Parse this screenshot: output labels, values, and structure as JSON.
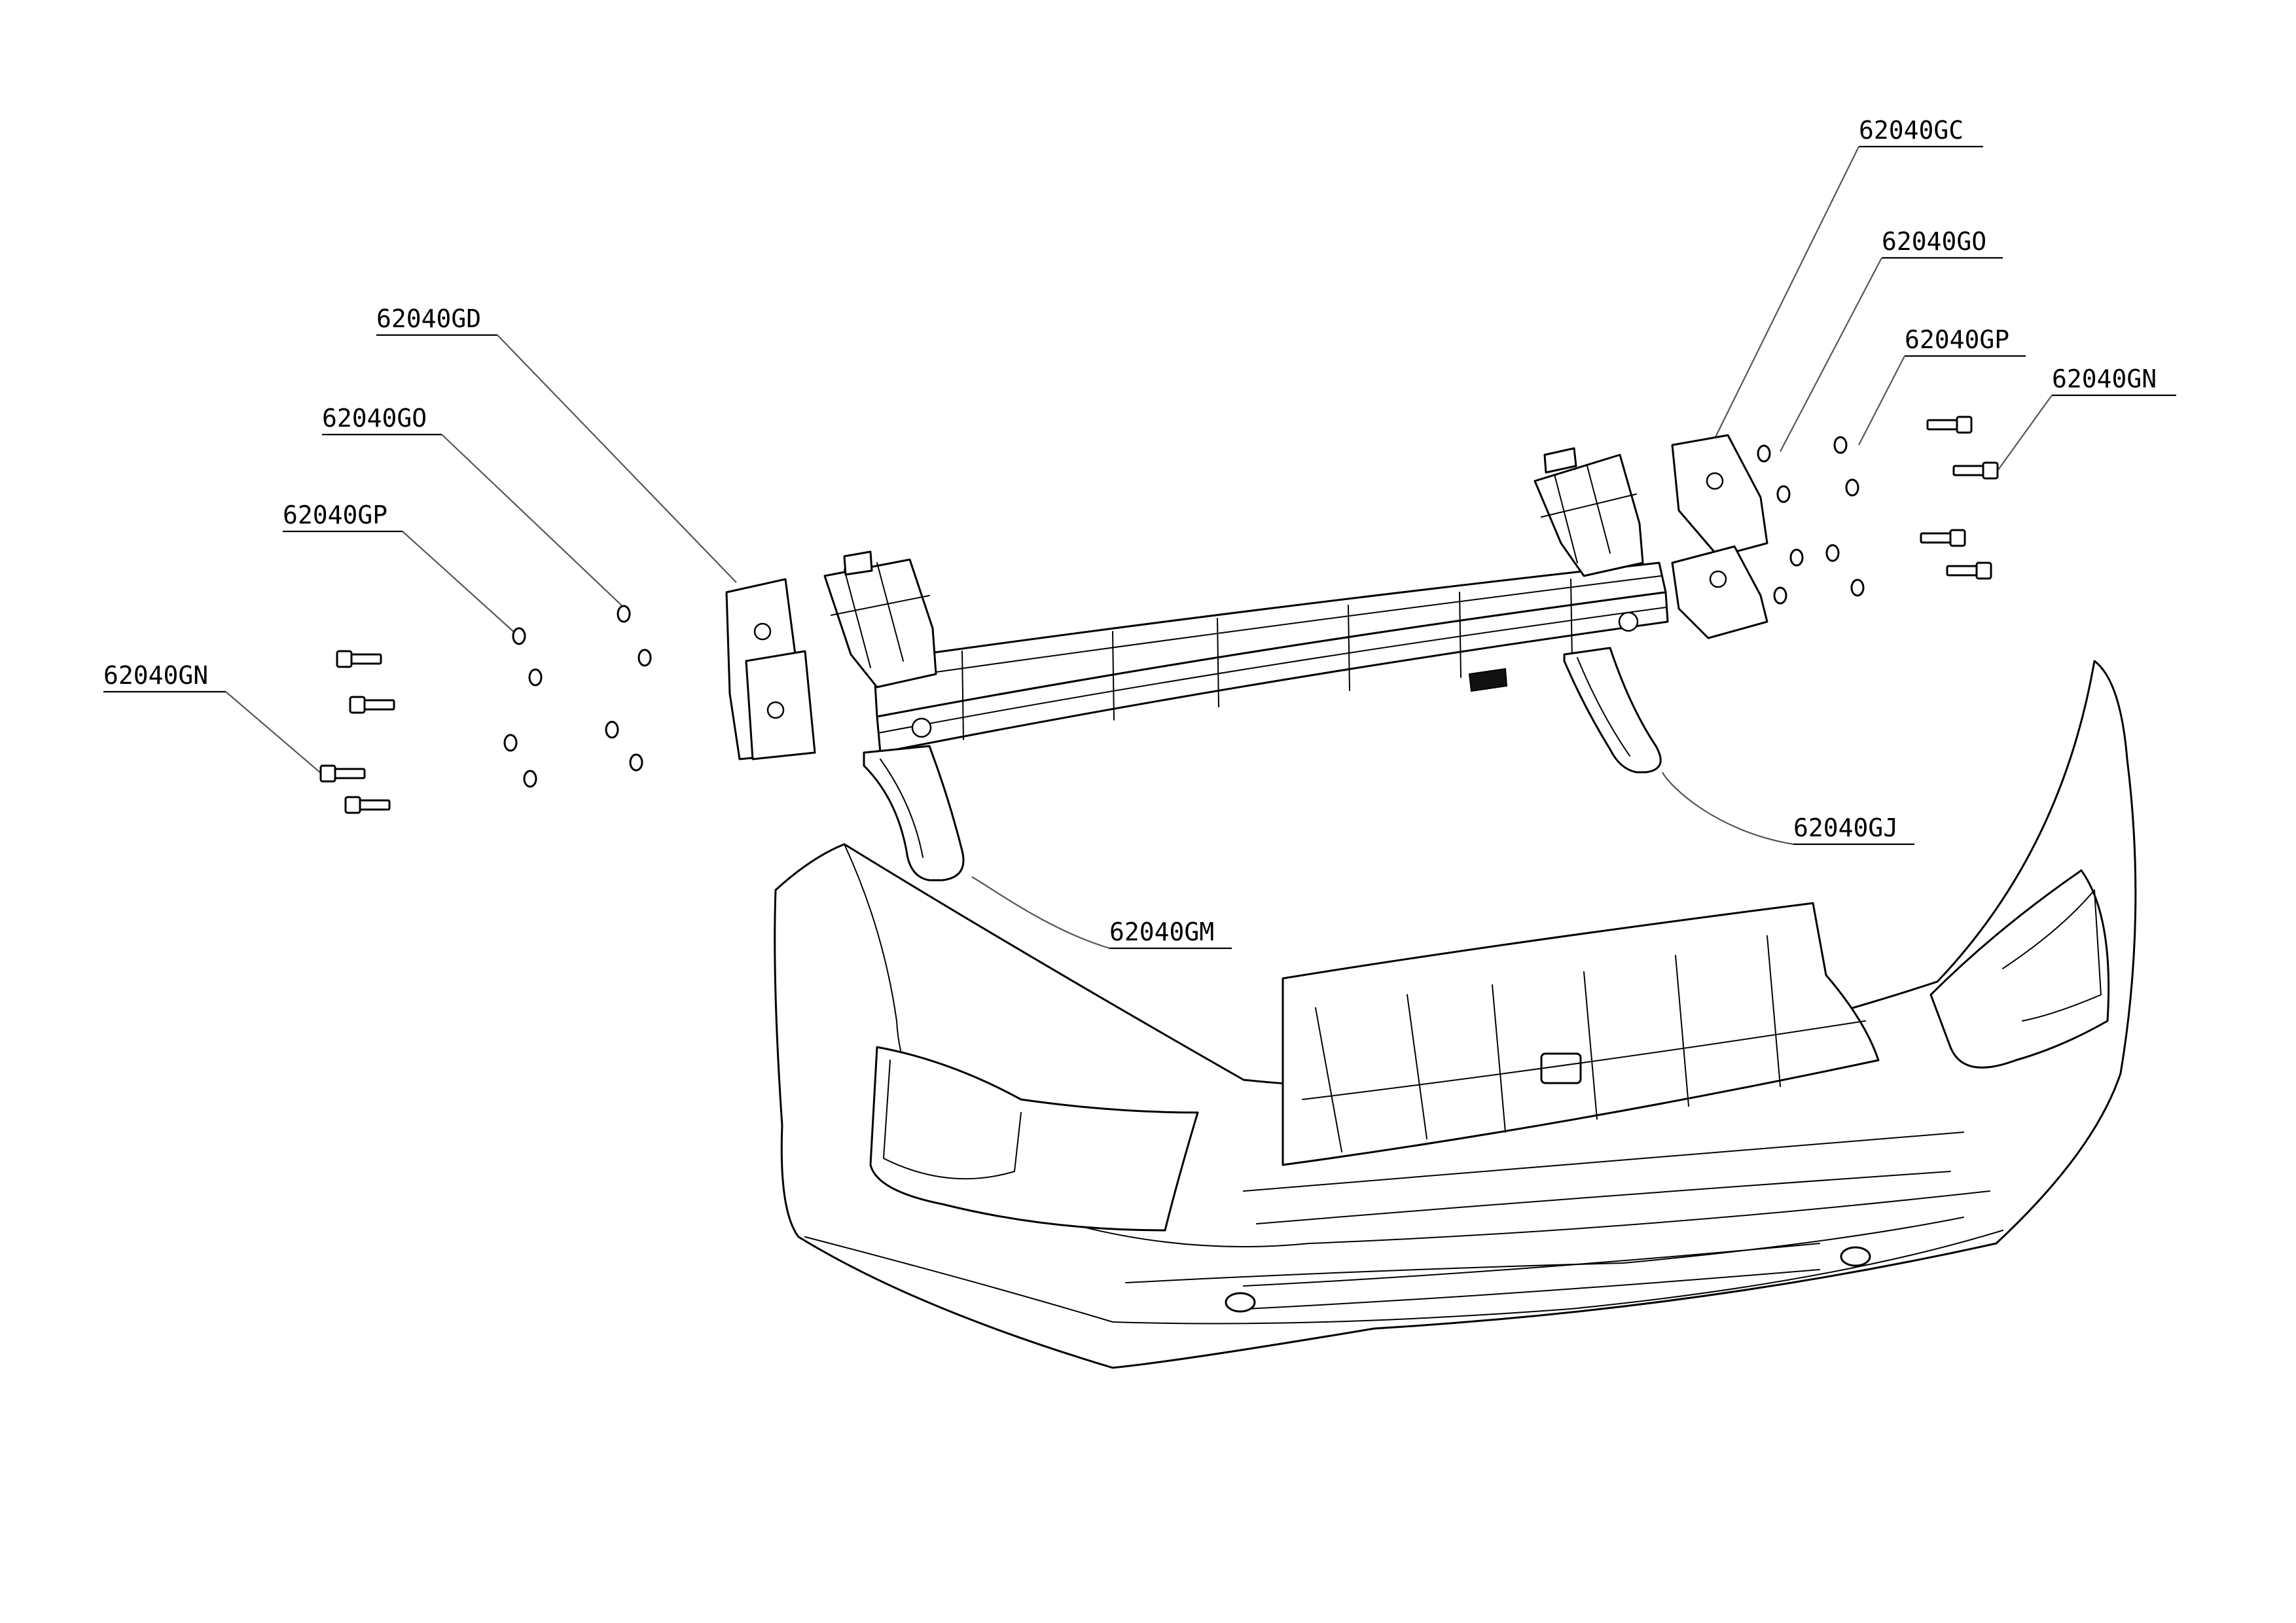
{
  "callouts": {
    "gc_right": "62040GC",
    "go_right": "62040GO",
    "gp_right": "62040GP",
    "gn_right": "62040GN",
    "gd_left": "62040GD",
    "go_left": "62040GO",
    "gp_left": "62040GP",
    "gn_left": "62040GN",
    "gj": "62040GJ",
    "gm": "62040GM"
  }
}
